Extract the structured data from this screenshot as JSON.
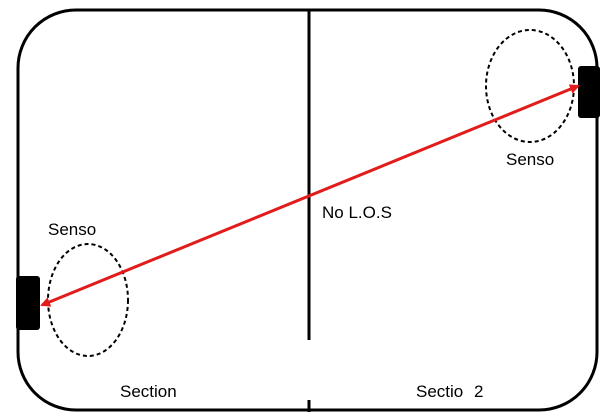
{
  "diagram": {
    "labels": {
      "sensor_right": "Senso",
      "sensor_left": "Senso",
      "no_los": "No L.O.S",
      "section_left": "Section",
      "section_right": "Sectio 2"
    },
    "colors": {
      "outline": "#000000",
      "link_arrow": "#e21b1b",
      "background": "#ffffff"
    }
  }
}
